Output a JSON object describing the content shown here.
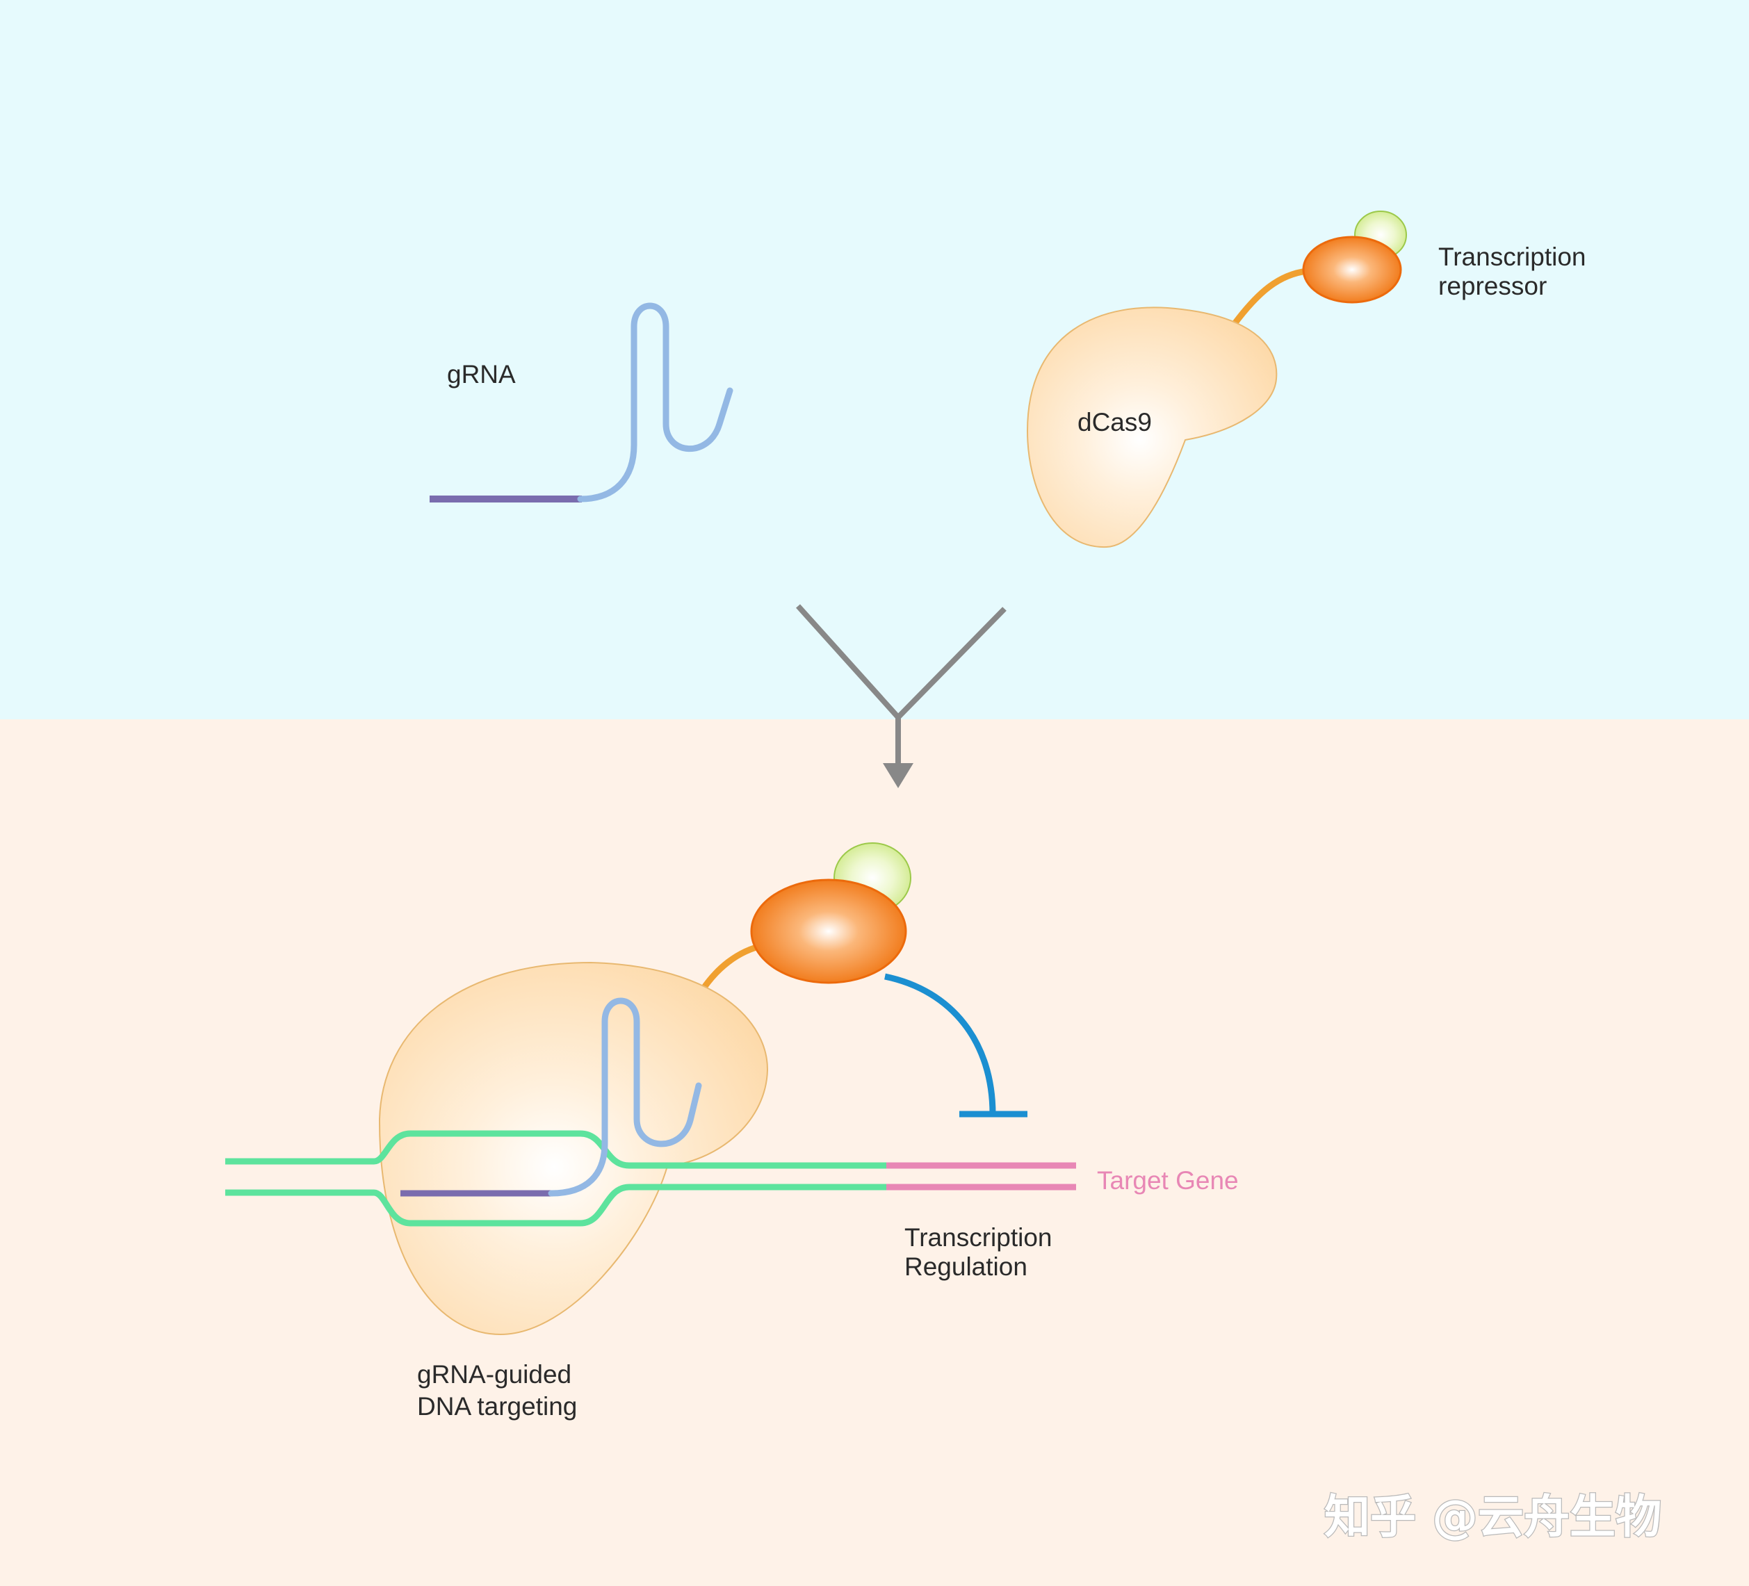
{
  "labels": {
    "grna": "gRNA",
    "dcas9": "dCas9",
    "repressor_line1": "Transcription",
    "repressor_line2": "repressor",
    "target_gene": "Target Gene",
    "regulation_line1": "Transcription",
    "regulation_line2": "Regulation",
    "targeting_line1": "gRNA-guided",
    "targeting_line2": "DNA targeting"
  },
  "watermark": "知乎 @云舟生物",
  "colors": {
    "top_background": "#e6fafd",
    "bottom_background": "#fef2e8",
    "dcas9_fill": "#fde0b8",
    "dcas9_stroke": "#e8b870",
    "repressor_fill": "#f07d17",
    "effector_fill": "#d7ef9c",
    "linker": "#f0a030",
    "grna_guide": "#7a6cae",
    "grna_scaffold": "#93b8e4",
    "dna_strand": "#5de39d",
    "target_gene": "#e887b5",
    "inhibition": "#1b8fd1",
    "arrow": "#888888"
  }
}
